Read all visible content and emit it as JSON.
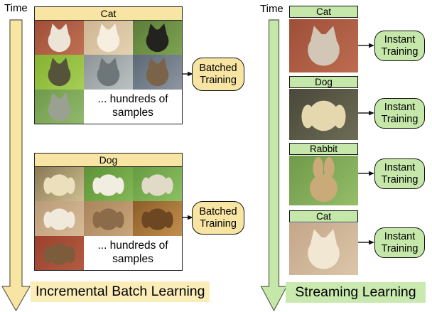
{
  "colors": {
    "yellow_fill": "#F8E5A3",
    "yellow_label_bg": "#FAEDB8",
    "green_fill": "#C5E7A9",
    "green_label_bg": "#C9E9AF",
    "box_border": "#111111",
    "group_border": "#222222",
    "arrow_outline": "#5f5d4e",
    "connector_color": "#111111",
    "text_color": "#000000",
    "background": "#ffffff"
  },
  "left": {
    "time_label": "Time",
    "footer_label": "Incremental Batch Learning",
    "batch_boxes": [
      {
        "line1": "Batched",
        "line2": "Training"
      },
      {
        "line1": "Batched",
        "line2": "Training"
      }
    ],
    "groups": [
      {
        "title": "Cat",
        "more_line1": "... hundreds of",
        "more_line2": "samples",
        "photos": [
          {
            "species": "cat",
            "desc": "gray and white cat lying on a red patterned blanket",
            "bg": "#a04f36",
            "bg2": "#bf7054",
            "fg": "#ece4d6"
          },
          {
            "species": "cat",
            "desc": "white and orange cat sitting indoors",
            "bg": "#cfb592",
            "bg2": "#e4d2b2",
            "fg": "#f6efe0"
          },
          {
            "species": "cat",
            "desc": "black and white cat sleeping on a branch among green leaves",
            "bg": "#5d7c3a",
            "bg2": "#7da450",
            "fg": "#22221e"
          },
          {
            "species": "cat",
            "desc": "tabby cat among bright green leaves",
            "bg": "#84b231",
            "bg2": "#a6cf55",
            "fg": "#55543a"
          },
          {
            "species": "cat",
            "desc": "close-up gray cat face with blue eyes",
            "bg": "#8d9496",
            "bg2": "#bcc2c2",
            "fg": "#6d7678"
          },
          {
            "species": "cat",
            "desc": "tabby cat lying on a bed with dark pillows",
            "bg": "#5c6876",
            "bg2": "#8d96a2",
            "fg": "#7b6349"
          },
          {
            "species": "cat",
            "desc": "gray and white cat walking in grass",
            "bg": "#6e9a4c",
            "bg2": "#92b96c",
            "fg": "#9aa191"
          }
        ]
      },
      {
        "title": "Dog",
        "more_line1": "... hundreds of",
        "more_line2": "samples",
        "photos": [
          {
            "species": "dog",
            "desc": "cream labrador face with open mouth",
            "bg": "#8a7a55",
            "bg2": "#cdbd90",
            "fg": "#ecdfbc"
          },
          {
            "species": "dog",
            "desc": "white poodle with colorful pompoms on grass",
            "bg": "#5d9336",
            "bg2": "#83b857",
            "fg": "#f2ede1"
          },
          {
            "species": "dog",
            "desc": "white dog lying on green grass",
            "bg": "#669c40",
            "bg2": "#8dbf63",
            "fg": "#e0dac6"
          },
          {
            "species": "dog",
            "desc": "white puppy with brown head on wooden deck",
            "bg": "#ba9b79",
            "bg2": "#d7bb97",
            "fg": "#f1e9db"
          },
          {
            "species": "dog",
            "desc": "brown mastiff face close-up",
            "bg": "#aa855c",
            "bg2": "#c9a57b",
            "fg": "#8b6b49"
          },
          {
            "species": "dog",
            "desc": "sepia photo of a dog lying on wooden floor",
            "bg": "#8b5d29",
            "bg2": "#c28f4c",
            "fg": "#6d4721"
          },
          {
            "species": "dog",
            "desc": "beagle sitting on a porch by a red wall",
            "bg": "#9d402d",
            "bg2": "#b25c42",
            "fg": "#7c5c3a"
          }
        ]
      }
    ]
  },
  "right": {
    "time_label": "Time",
    "footer_label": "Streaming Learning",
    "items": [
      {
        "label": "Cat",
        "training": {
          "line1": "Instant",
          "line2": "Training"
        },
        "photo": {
          "species": "cat",
          "desc": "gray and white cat sleeping on a red patterned cushion",
          "bg": "#9e4f38",
          "bg2": "#bd6c50",
          "fg": "#d2c7b6"
        }
      },
      {
        "label": "Dog",
        "training": {
          "line1": "Instant",
          "line2": "Training"
        },
        "photo": {
          "species": "dog",
          "desc": "cream golden retriever with tongue out",
          "bg": "#49483a",
          "bg2": "#6d6c54",
          "fg": "#e6d8ae"
        }
      },
      {
        "label": "Rabbit",
        "training": {
          "line1": "Instant",
          "line2": "Training"
        },
        "photo": {
          "species": "rabbit",
          "desc": "tan lop-eared rabbit sitting on grass",
          "bg": "#6f9a48",
          "bg2": "#95bd6a",
          "fg": "#cbaa7a"
        }
      },
      {
        "label": "Cat",
        "training": {
          "line1": "Instant",
          "line2": "Training"
        },
        "photo": {
          "species": "cat",
          "desc": "orange and white cat lying indoors",
          "bg": "#c5a689",
          "bg2": "#dbc6a9",
          "fg": "#f1e7d3"
        }
      }
    ]
  }
}
